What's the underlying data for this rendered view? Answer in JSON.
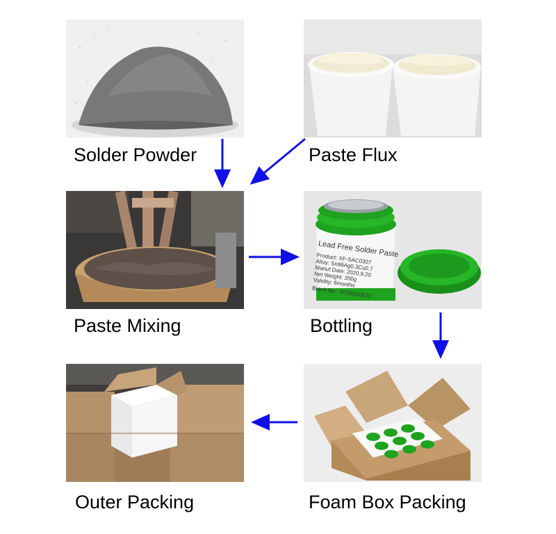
{
  "steps": [
    {
      "id": "solder-powder",
      "caption": "Solder Powder"
    },
    {
      "id": "paste-flux",
      "caption": "Paste Flux"
    },
    {
      "id": "paste-mixing",
      "caption": "Paste Mixing"
    },
    {
      "id": "bottling",
      "caption": "Bottling"
    },
    {
      "id": "foam-box-packing",
      "caption": "Foam Box Packing"
    },
    {
      "id": "outer-packing",
      "caption": "Outer Packing"
    }
  ],
  "jar_label": {
    "title": "Lead Free Solder Paste",
    "product": "Product: XF-SAC0307",
    "alloy": "Alloy: Sn99Ag0.3Cu0.7",
    "manuf_date": "Manuf Date: 2020.9.20",
    "net_weight": "Net Weight: 200g",
    "validity": "Validity: 6months",
    "batch": "Batch No.: XF20200920"
  },
  "colors": {
    "arrow": "#1010e6",
    "jar_green": "#1fa31f"
  }
}
